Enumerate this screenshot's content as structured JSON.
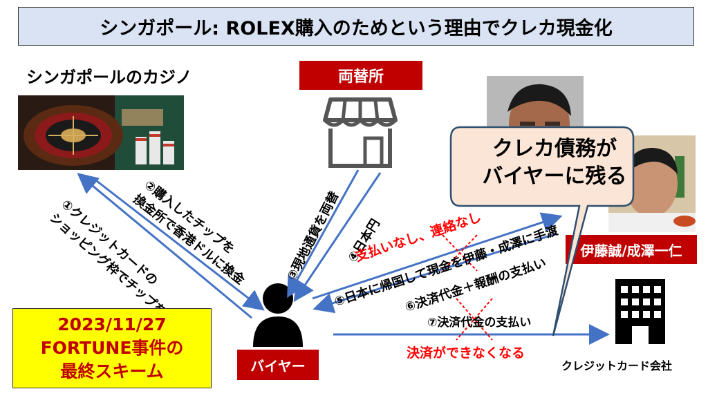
{
  "title": "シンガポール: ROLEX購入のためという理由でクレカ現金化",
  "casino_heading": "シンガポールのカジノ",
  "exchange_label": "両替所",
  "buyer_label": "バイヤー",
  "persons_label": "伊藤誠/成澤一仁",
  "cc_company_label": "クレジットカード会社",
  "callout": {
    "line1": "クレカ債務が",
    "line2": "バイヤーに残る"
  },
  "date_box": {
    "line1": "2023/11/27",
    "line2": "FORTUNE事件の",
    "line3": "最終スキーム"
  },
  "steps": {
    "s1_line1": "①クレジットカードの",
    "s1_line2": "ショッピング枠でチップを購入",
    "s2_line1": "②購入したチップを",
    "s2_line2": "換金所で香港ドルに換金",
    "s3": "③現地通貨を両替",
    "s4": "④日本円",
    "s5": "⑤日本に帰国して現金を伊藤・成澤に手渡",
    "s6": "⑥決済代金＋報酬の支払い",
    "s7": "⑦決済代金の支払い"
  },
  "annotations": {
    "no_payment": "支払いなし、連絡なし",
    "settlement_fail": "決済ができなくなる"
  },
  "colors": {
    "title_bg": "#dae3f3",
    "label_red": "#c00000",
    "arrow_blue": "#4472c4",
    "cross_red": "#ff0000",
    "date_bg": "#ffff00",
    "callout_bg": "#fbe5d6"
  }
}
